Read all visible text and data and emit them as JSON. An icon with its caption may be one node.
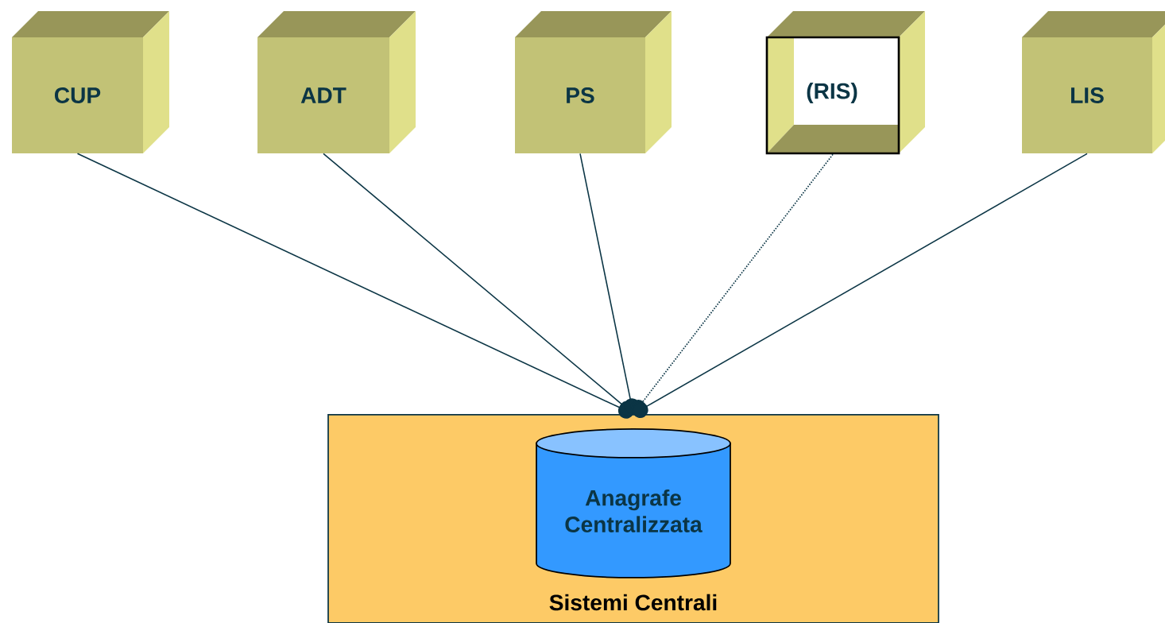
{
  "diagram": {
    "nodes": [
      {
        "text": [
          "CUP"
        ]
      },
      {
        "text": [
          "ADT"
        ]
      },
      {
        "text": [
          "PS"
        ]
      },
      {
        "text": [
          "(RIS)"
        ]
      },
      {
        "text": [
          "LIS"
        ]
      },
      {
        "text": [
          "Sistemi Centrali"
        ]
      },
      {
        "text": [
          "Anagrafe Centralizzata"
        ],
        "in": 5
      }
    ],
    "edges": [
      {
        "from": 0,
        "to": 5,
        "arrow": "other"
      },
      {
        "from": 1,
        "to": 5,
        "arrow": "other"
      },
      {
        "from": 2,
        "to": 5,
        "arrow": "other"
      },
      {
        "from": 3,
        "to": 5,
        "arrow": "other",
        "style": "dashed"
      },
      {
        "from": 4,
        "to": 5,
        "arrow": "other"
      }
    ]
  }
}
